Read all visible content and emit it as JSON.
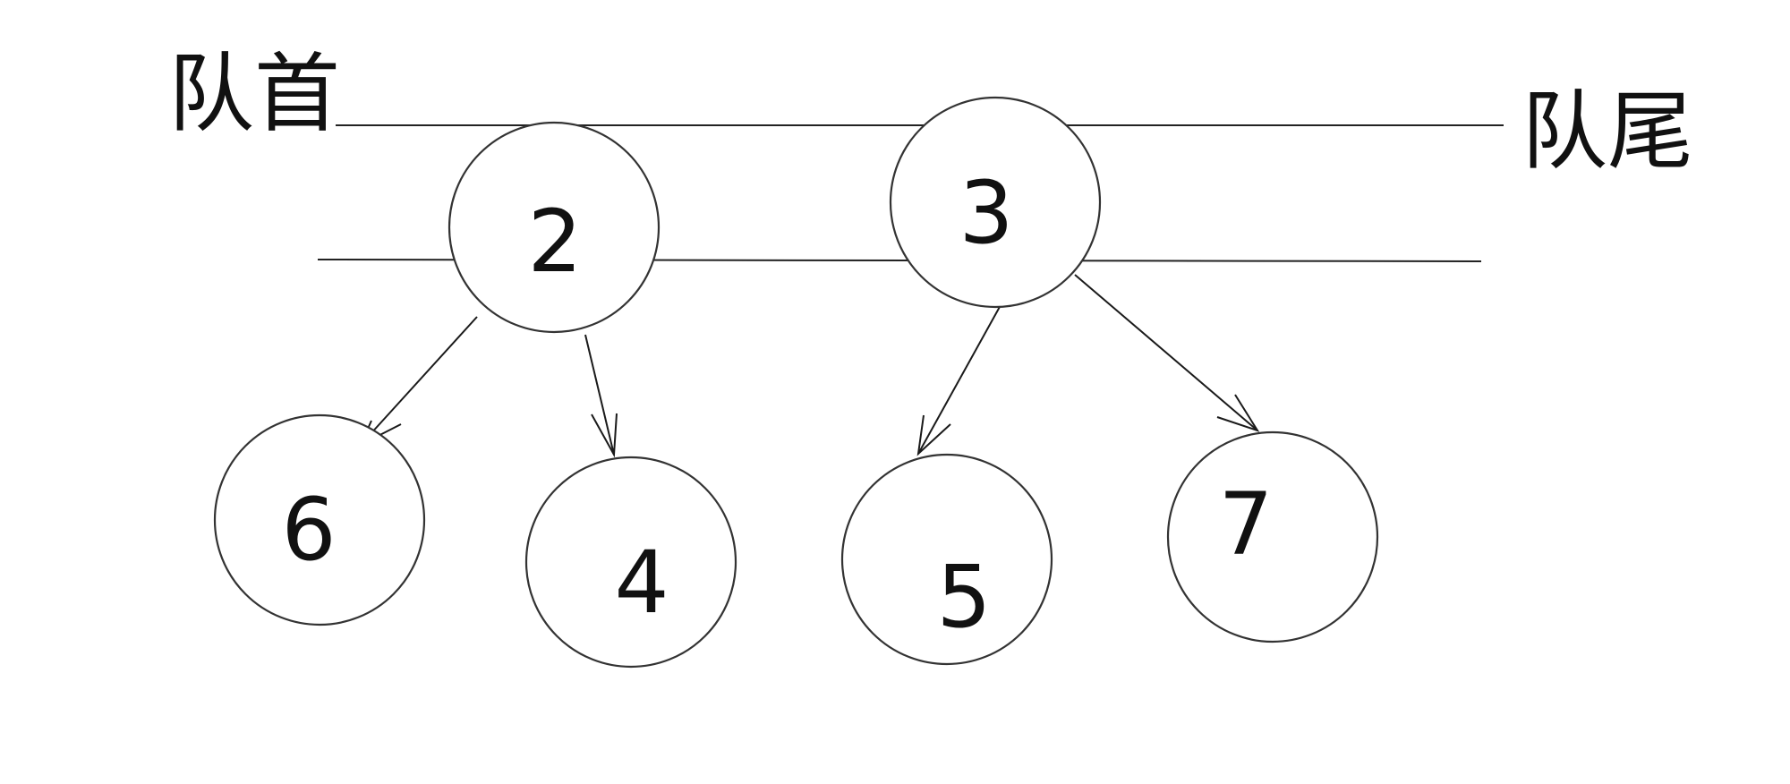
{
  "labels": {
    "queue_head": "队首",
    "queue_tail": "队尾"
  },
  "queue_nodes": [
    "2",
    "3"
  ],
  "child_nodes": [
    "6",
    "4",
    "5",
    "7"
  ],
  "edges": [
    {
      "from": "2",
      "to": "6"
    },
    {
      "from": "2",
      "to": "4"
    },
    {
      "from": "3",
      "to": "5"
    },
    {
      "from": "3",
      "to": "7"
    }
  ],
  "colors": {
    "stroke": "#333333",
    "text": "#111111",
    "background": "#ffffff"
  }
}
